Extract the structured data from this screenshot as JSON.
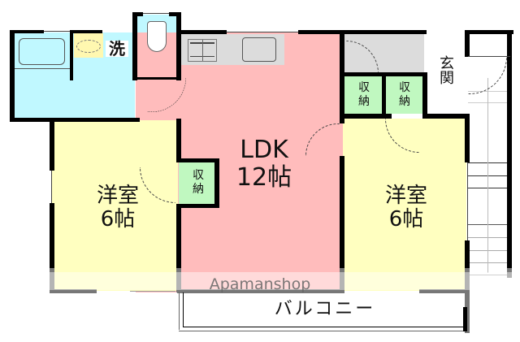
{
  "floor_plan": {
    "rooms": {
      "bath": {
        "label": ""
      },
      "washroom": {
        "label": "洗"
      },
      "toilet": {
        "label": ""
      },
      "ldk": {
        "label_line1": "LDK",
        "label_line2": "12帖"
      },
      "western_left": {
        "label_line1": "洋室",
        "label_line2": "6帖"
      },
      "western_right": {
        "label_line1": "洋室",
        "label_line2": "6帖"
      },
      "entrance": {
        "label_line1": "玄",
        "label_line2": "関"
      },
      "balcony": {
        "label": "バルコニー"
      }
    },
    "storage": [
      {
        "id": "storage-ldk",
        "line1": "収",
        "line2": "納"
      },
      {
        "id": "storage-right-1",
        "line1": "収",
        "line2": "納"
      },
      {
        "id": "storage-right-2",
        "line1": "収",
        "line2": "納"
      }
    ],
    "watermark": "Apamanshop",
    "colors": {
      "ldk": "#ffbcbc",
      "western": "#ffffc0",
      "bath": "#c0f8ff",
      "storage": "#c0f8c0",
      "kitchen_counter": "#dcdcdc",
      "wash_basin": "#fff8b0",
      "wall": "#000000"
    }
  }
}
